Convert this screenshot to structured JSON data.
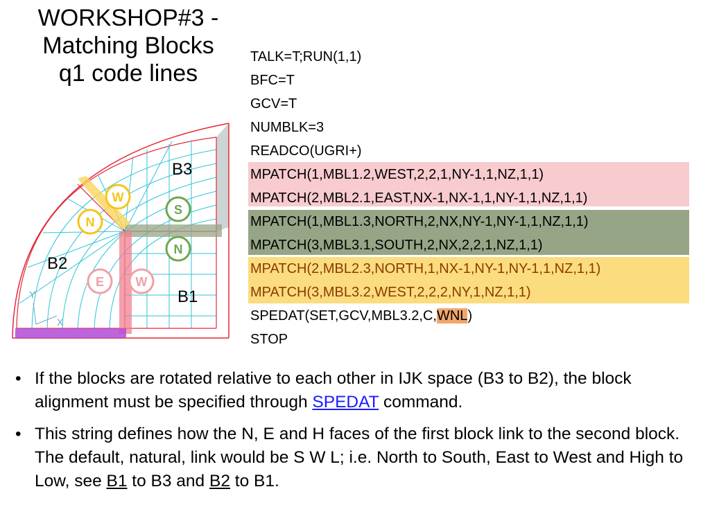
{
  "slide": {
    "title_lines": [
      "WORKSHOP#3 -",
      "Matching Blocks",
      "q1 code lines"
    ],
    "code_lines": [
      "TALK=T;RUN(1,1)",
      "BFC=T",
      "GCV=T",
      "NUMBLK=3",
      "READCO(UGRI+)",
      "MPATCH(1,MBL1.2,WEST,2,2,1,NY-1,1,NZ,1,1)",
      "MPATCH(2,MBL2.1,EAST,NX-1,NX-1,1,NY-1,1,NZ,1,1)",
      "MPATCH(1,MBL1.3,NORTH,2,NX,NY-1,NY-1,1,NZ,1,1)",
      "MPATCH(3,MBL3.1,SOUTH,2,NX,2,2,1,NZ,1,1)",
      "MPATCH(2,MBL2.3,NORTH,1,NX-1,NY-1,NY-1,1,NZ,1,1)",
      "MPATCH(3,MBL3.2,WEST,2,2,2,NY,1,NZ,1,1)"
    ],
    "spedat": {
      "prefix": "SPEDAT(SET,GCV,MBL3.2,C,",
      "highlight": "WNL",
      "suffix": ")"
    },
    "stop_line": "STOP",
    "diagram": {
      "block_labels": {
        "b1": "B1",
        "b2": "B2",
        "b3": "B3"
      },
      "face_labels": {
        "w_yellow": "W",
        "n_yellow": "N",
        "s_green": "S",
        "n_green": "N",
        "e_pink": "E",
        "w_pink": "W"
      },
      "axis_labels": {
        "x": "X",
        "y": "Y"
      }
    },
    "bullets": {
      "b1": {
        "text1": "If the blocks are rotated relative to each other in IJK space (B3 to B2), the block alignment must be specified through ",
        "link": "SPEDAT",
        "text2": " command."
      },
      "b2": {
        "text1": "This string defines how the N, E and H faces of the first block link to the second block. The default, natural, link would be S W L; i.e. North to South, East to West and High to Low, see ",
        "u1": "B1",
        "text2": " to B3 and ",
        "u2": "B2",
        "text3": " to B1."
      }
    },
    "colors": {
      "pink": "#f8cbce",
      "green": "#97a587",
      "yellow": "#fbdc7e",
      "orange": "#f1a66d",
      "link": "#1a1aff",
      "grid": "#2ec4d8",
      "mesh_red": "#e3283a"
    }
  }
}
